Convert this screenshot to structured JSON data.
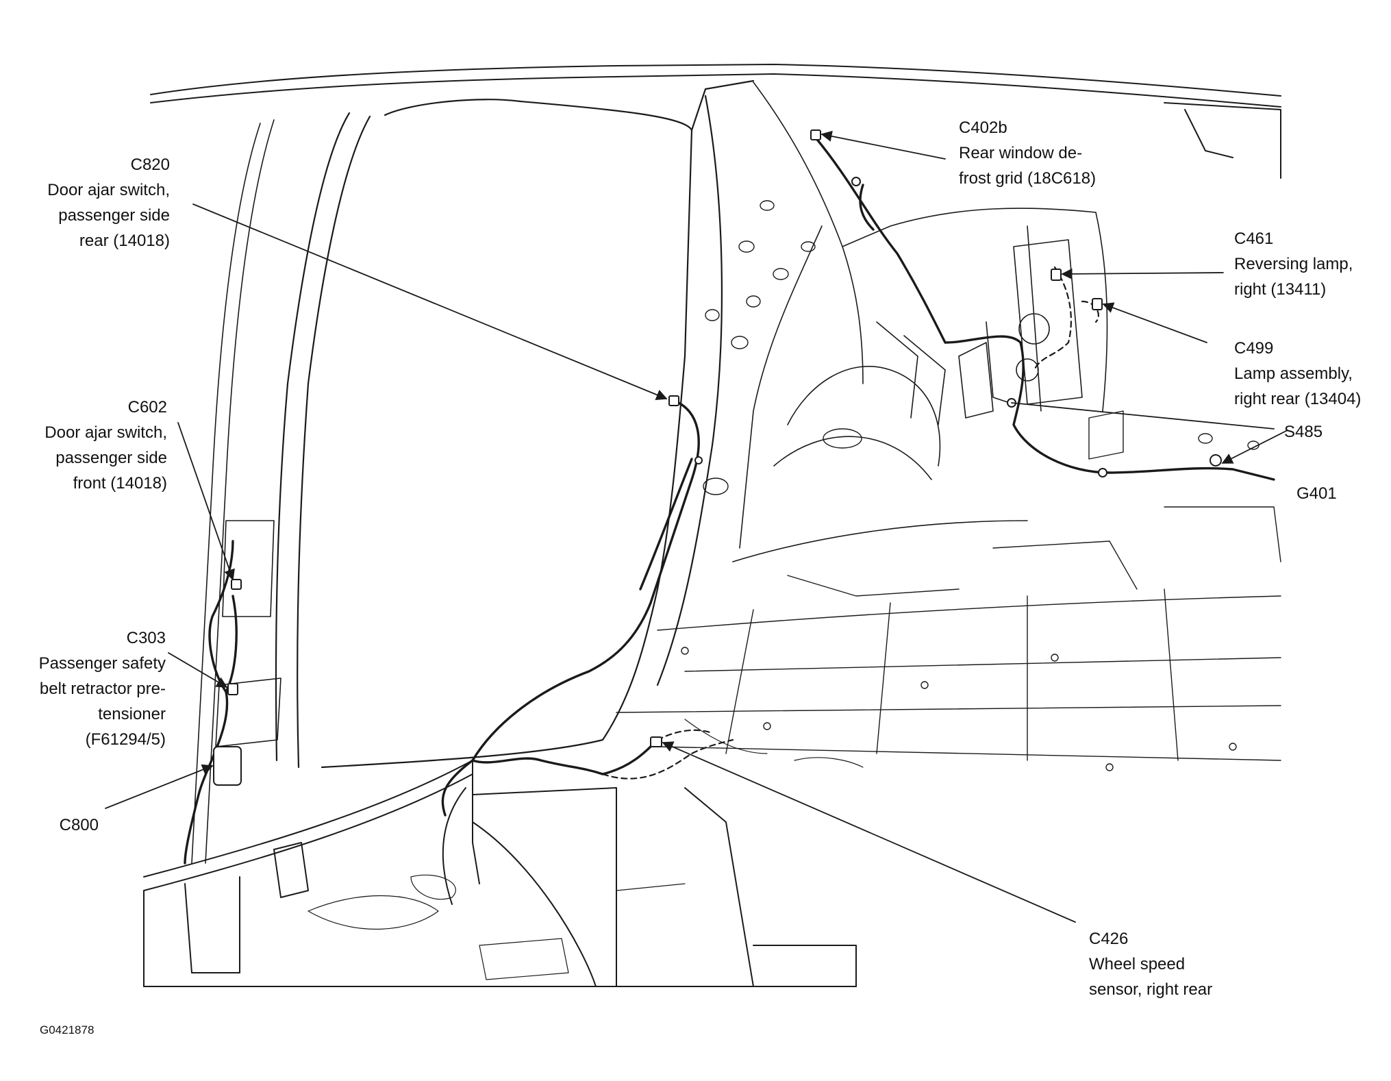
{
  "figure_id": "G0421878",
  "callouts": [
    {
      "id": "c820",
      "lines": [
        "C820",
        "Door ajar switch,",
        "passenger side",
        "rear (14018)"
      ]
    },
    {
      "id": "c602",
      "lines": [
        "C602",
        "Door ajar switch,",
        "passenger side",
        "front (14018)"
      ]
    },
    {
      "id": "c303",
      "lines": [
        "C303",
        "Passenger safety",
        "belt retractor pre-",
        "tensioner",
        "(F61294/5)"
      ]
    },
    {
      "id": "c800",
      "lines": [
        "C800"
      ]
    },
    {
      "id": "c402b",
      "lines": [
        "C402b",
        "Rear window de-",
        "frost grid (18C618)"
      ]
    },
    {
      "id": "c461",
      "lines": [
        "C461",
        "Reversing lamp,",
        "right (13411)"
      ]
    },
    {
      "id": "c499",
      "lines": [
        "C499",
        "Lamp assembly,",
        "right rear (13404)"
      ]
    },
    {
      "id": "s485",
      "lines": [
        "S485"
      ]
    },
    {
      "id": "g401",
      "lines": [
        "G401"
      ]
    },
    {
      "id": "c426",
      "lines": [
        "C426",
        "Wheel speed",
        "sensor, right rear"
      ]
    }
  ]
}
